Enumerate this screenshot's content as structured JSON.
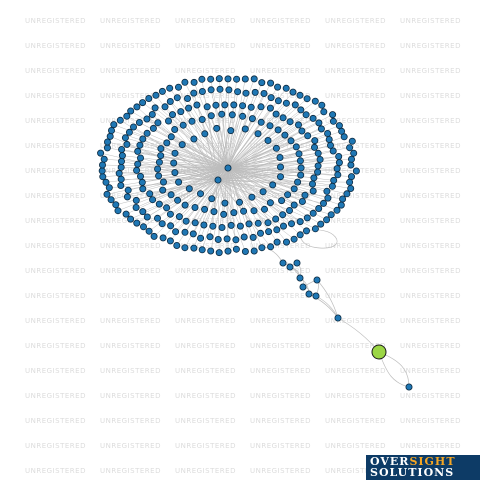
{
  "watermark": {
    "text": "UNREGISTERED"
  },
  "logo": {
    "word1": "OVER",
    "word2": "SIGHT",
    "word3": "SOLUTIONS"
  },
  "colors": {
    "node_fill": "#1f77b4",
    "node_stroke": "#0d2a40",
    "focus_node_fill": "#9bd645",
    "edge": "#bdbdbd",
    "logo_bg": "#0d3b66",
    "logo_accent": "#f5a623"
  },
  "graph": {
    "layout": "radial cluster of director nodes around a central company hub, connected by a chain of nodes to a highlighted company node",
    "hub_count": 2,
    "peripheral_node_count": 300,
    "chain_node_count": 10,
    "focus_node": {
      "shape": "circle",
      "fill": "#9bd645"
    }
  }
}
